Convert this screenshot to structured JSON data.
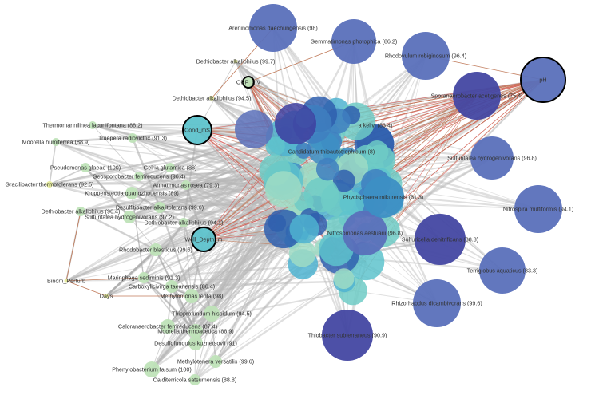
{
  "network": {
    "colors": {
      "gray_edge": "#b9b9b9",
      "red_edge": "#d9534f",
      "brown_edge": "#c07a5a",
      "big_blue": "#5a70ba",
      "dark_blue": "#4347a2",
      "teal": "#5ec3cc",
      "light_green": "#bfe3b8",
      "yellow": "#e6ec9c"
    },
    "variables": [
      {
        "id": "pH",
        "label": "pH"
      },
      {
        "id": "cond",
        "label": "Cond_mS"
      },
      {
        "id": "orp",
        "label": "ORP_mV"
      },
      {
        "id": "well",
        "label": "Well_Depth_m"
      },
      {
        "id": "binom",
        "label": "Binom_Perturb"
      },
      {
        "id": "days",
        "label": "Days"
      }
    ],
    "taxa": [
      {
        "id": "t1",
        "label": "Areninomonas daechungensis (98)"
      },
      {
        "id": "t2",
        "label": "Gemmatimonas photophica (86.2)"
      },
      {
        "id": "t3",
        "label": "Rhodovulum robiginosum (96.4)"
      },
      {
        "id": "t4",
        "label": "Sporanaerobacter acetigenes (75.4)"
      },
      {
        "id": "t5",
        "label": "Sulfuritalea hydrogenivorans (96.8)"
      },
      {
        "id": "t6",
        "label": "Nitrospira multiformis (94.1)"
      },
      {
        "id": "t7",
        "label": "Sulfuricella denitrificans (88.8)"
      },
      {
        "id": "t8",
        "label": "Terriglobus aquaticus (83.3)"
      },
      {
        "id": "t9",
        "label": "Rhizorhabdus dicambivorans (99.6)"
      },
      {
        "id": "t10",
        "label": "Thiobacter subterraneus (90.9)"
      },
      {
        "id": "t11",
        "label": "Nitrosomonas aestuarii (96.8)"
      },
      {
        "id": "t12",
        "label": "Phycisphaera mikurensis (61.3)"
      },
      {
        "id": "t13",
        "label": "a kellyi (83.4)"
      },
      {
        "id": "t14",
        "label": "Candidatum thioautotrophicum (8)"
      },
      {
        "id": "t15",
        "label": "Dethiobacter alkaliphilus (99.7)"
      },
      {
        "id": "t16",
        "label": "Dethiobacter alkaliphilus (94.5)"
      },
      {
        "id": "t17",
        "label": "Thermomarinilinea lacunifontana (88.2)"
      },
      {
        "id": "t18",
        "label": "Truepera radiovictrix (91.3)"
      },
      {
        "id": "t19",
        "label": "Moorella humiferrea (88.9)"
      },
      {
        "id": "t20",
        "label": "Pseudomonas glaeae (100)"
      },
      {
        "id": "t21",
        "label": "Gracilibacter thermotolerans (92.5)"
      },
      {
        "id": "t22",
        "label": "Gelria glutamica (88)"
      },
      {
        "id": "t23",
        "label": "Geosporobacter ferrireducens (96.4)"
      },
      {
        "id": "t24",
        "label": "Armatimonas rosea (79.3)"
      },
      {
        "id": "t25",
        "label": "Kroppenstedtia guangzhouensis (89)"
      },
      {
        "id": "t26",
        "label": "Desulfitibacter alkalitolerans (99.6)"
      },
      {
        "id": "t27",
        "label": "Dethiobacter alkaliphilus (96.4)"
      },
      {
        "id": "t28",
        "label": "Sulfuritalea hydrogenivorans (97.2)"
      },
      {
        "id": "t29",
        "label": "Dethiobacter alkaliphilus (94.1)"
      },
      {
        "id": "t30",
        "label": "Rhodobacter blasticus (99.6)"
      },
      {
        "id": "t31",
        "label": "Marinphaga sediminis (91.3)"
      },
      {
        "id": "t32",
        "label": "Carboxylicivirga taeanensis (86.4)"
      },
      {
        "id": "t33",
        "label": "Methylomonas lenta (98)"
      },
      {
        "id": "t34",
        "label": "Thioprofundum hispidum (94.5)"
      },
      {
        "id": "t35",
        "label": "Caloranaerobacter ferrireducens (87.4)"
      },
      {
        "id": "t36",
        "label": "Moorella thermoacetica (88.9)"
      },
      {
        "id": "t37",
        "label": "Desulfofundulus kuznetsovii (91)"
      },
      {
        "id": "t38",
        "label": "Methylotenera versatilis (99.6)"
      },
      {
        "id": "t39",
        "label": "Phenylobacterium falsum (100)"
      },
      {
        "id": "t40",
        "label": "Calditerricola satsumensis (88.8)"
      }
    ]
  }
}
